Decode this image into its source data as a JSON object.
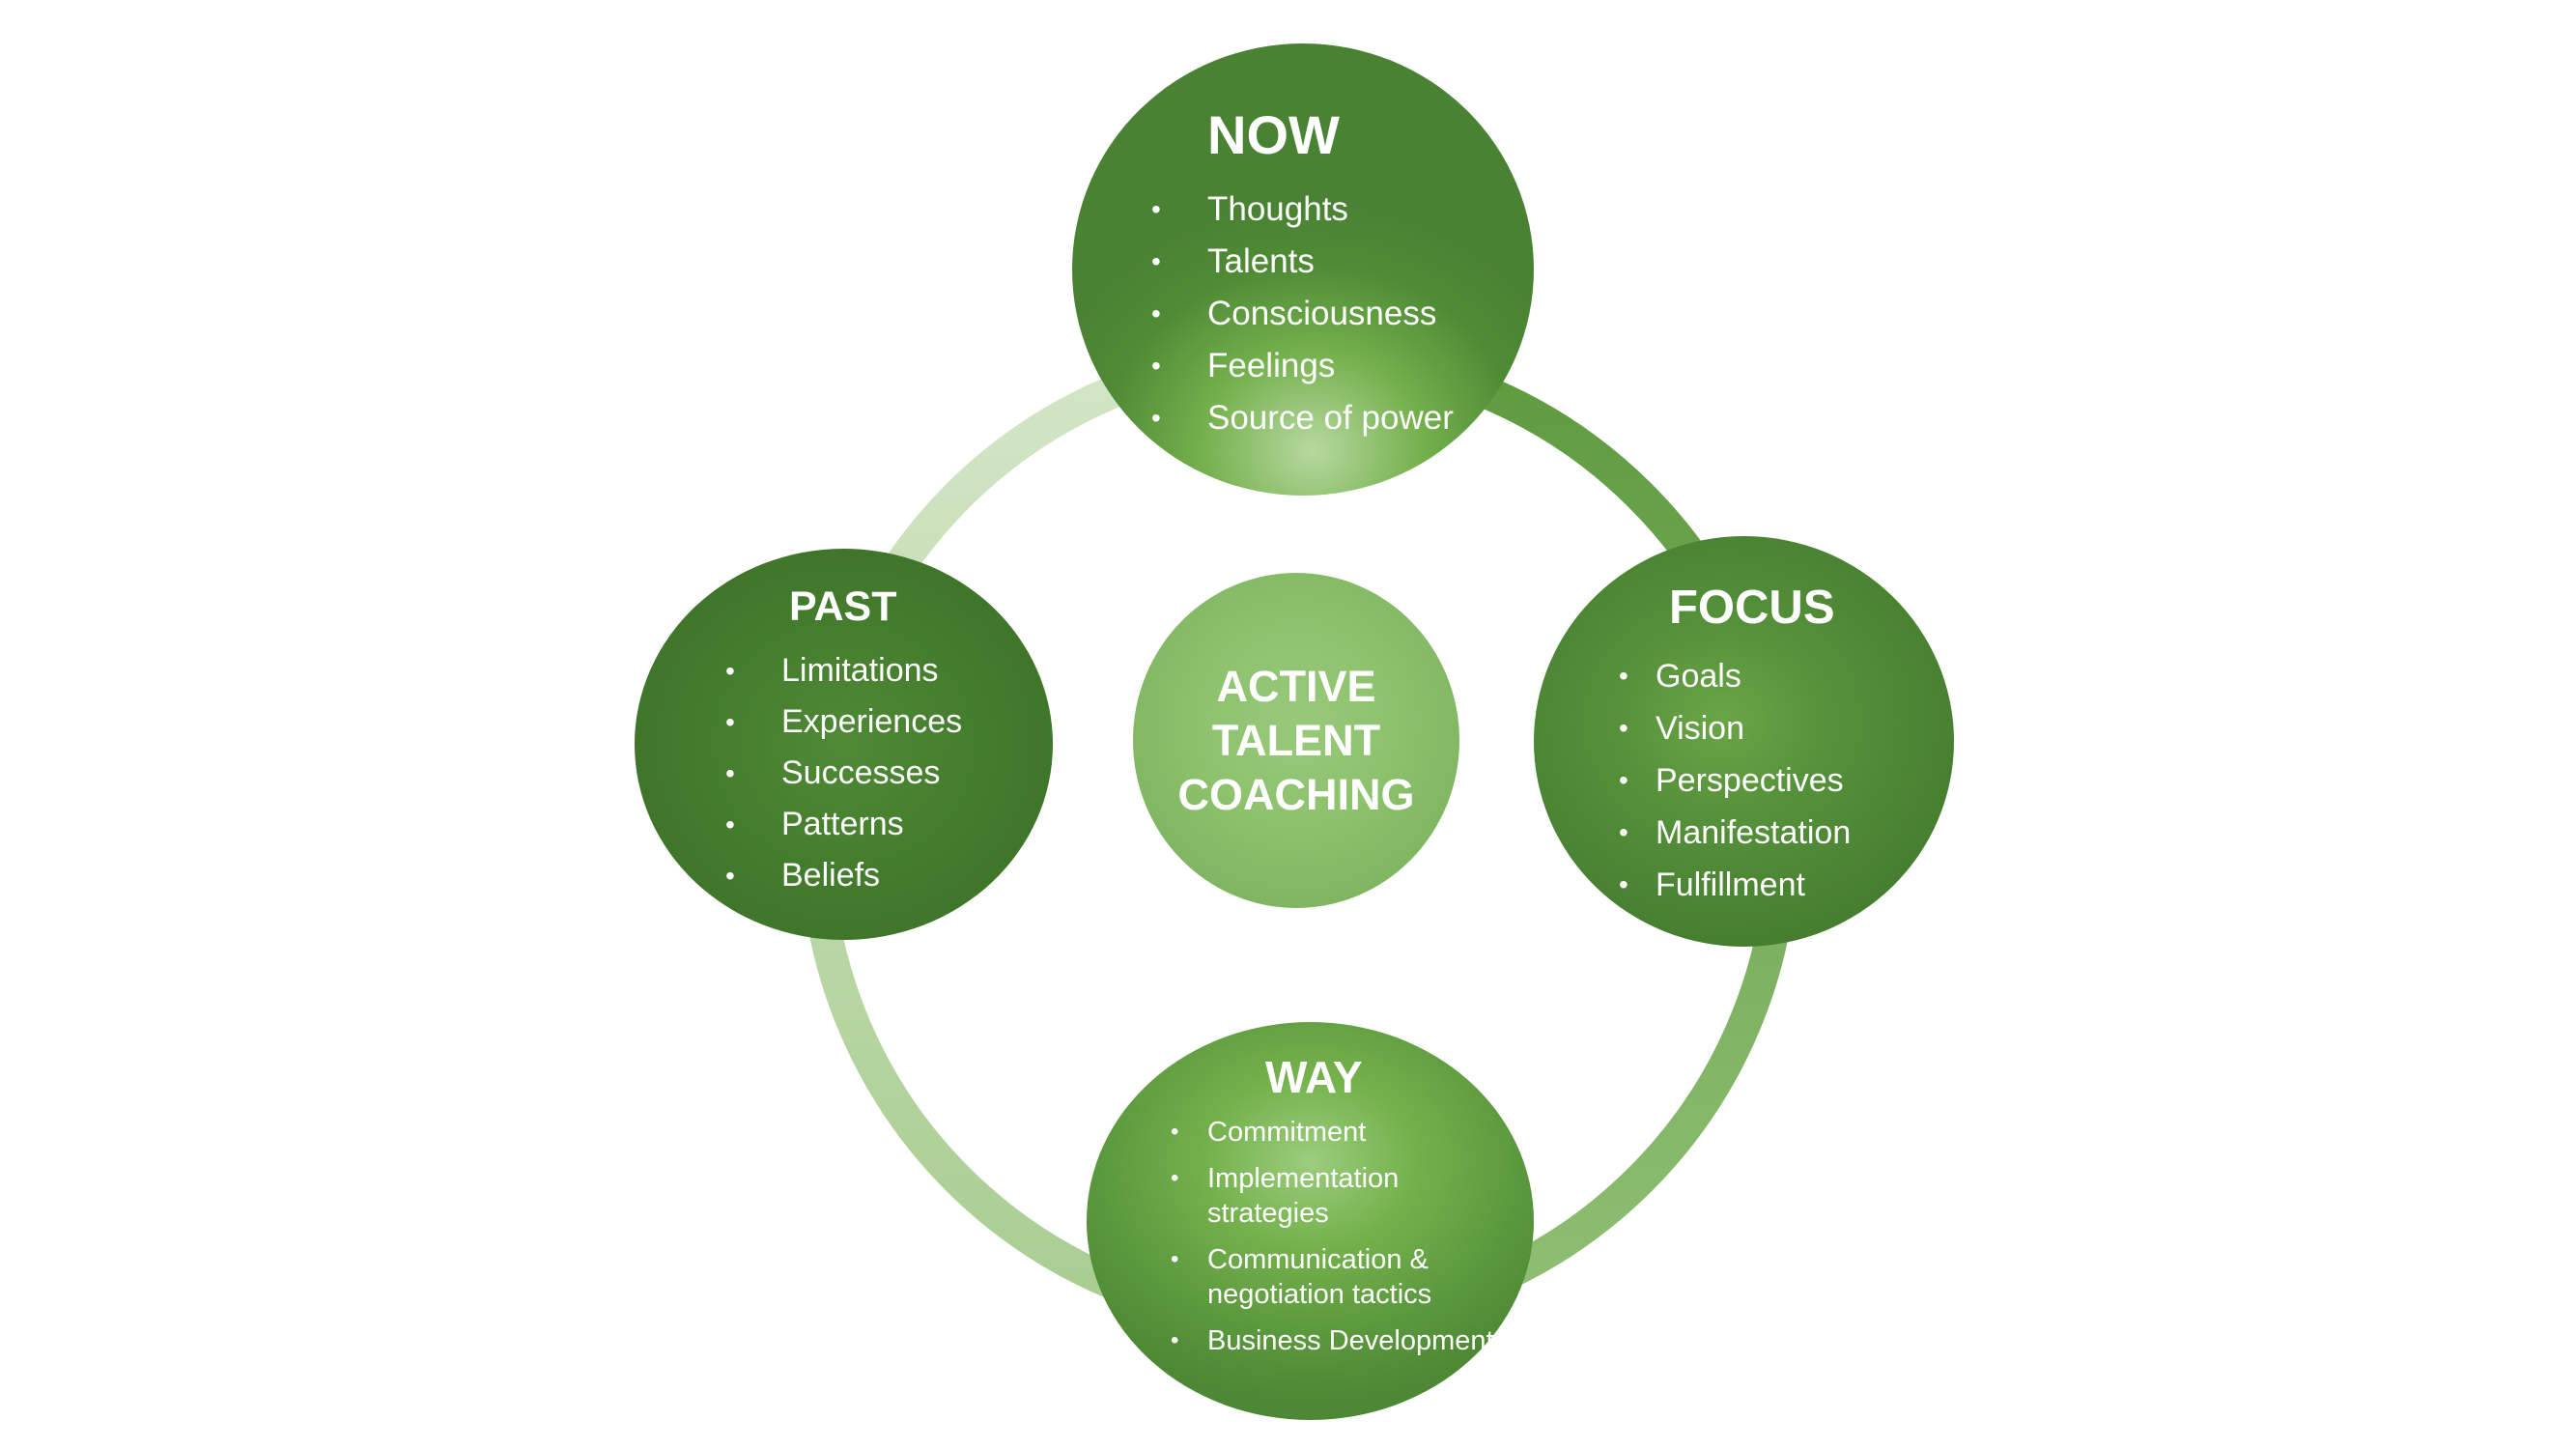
{
  "colors": {
    "dark_green": "#447c2d",
    "mid_green": "#74b04c",
    "light_green": "#b7d9a0",
    "ring_dark": "#6aa44a",
    "ring_light": "#c5dfb4",
    "text": "#ffffff"
  },
  "center": {
    "line1": "ACTIVE",
    "line2": "TALENT",
    "line3": "COACHING"
  },
  "nodes": {
    "now": {
      "title": "NOW",
      "items": [
        "Thoughts",
        "Talents",
        "Consciousness",
        "Feelings",
        "Source of power"
      ]
    },
    "past": {
      "title": "PAST",
      "items": [
        "Limitations",
        "Experiences",
        "Successes",
        "Patterns",
        "Beliefs"
      ]
    },
    "focus": {
      "title": "FOCUS",
      "items": [
        "Goals",
        "Vision",
        "Perspectives",
        "Manifestation",
        "Fulfillment"
      ]
    },
    "way": {
      "title": "WAY",
      "items": [
        "Commitment",
        "Implementation strategies",
        "Communication & negotiation tactics",
        "Business Development"
      ]
    },
    "bullet": "•"
  }
}
